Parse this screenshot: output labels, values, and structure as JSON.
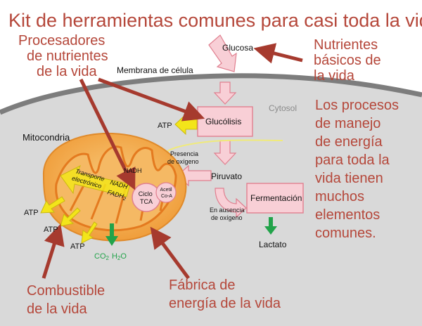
{
  "title": "Kit de herramientas comunes para casi toda la vida",
  "callouts": {
    "processors": [
      "Procesadores",
      "de nutrientes",
      "de la vida"
    ],
    "nutrients": [
      "Nutrientes",
      "básicos de",
      "la vida"
    ],
    "description": [
      "Los procesos",
      "de manejo",
      "de energía",
      "para toda la",
      "vida tienen",
      "muchos",
      "elementos",
      "comunes."
    ],
    "fuel": [
      "Combustible",
      "de la vida"
    ],
    "factory": [
      "Fábrica de",
      "energía de la vida"
    ]
  },
  "diagram": {
    "glucose": "Glucosa",
    "membrane": "Membrana de célula",
    "cytosol": "Cytosol",
    "glycolysis": "Glucólisis",
    "pyruvate": "Piruvato",
    "oxygen_presence": [
      "Presencia",
      "de oxígeno"
    ],
    "oxygen_absence": [
      "En ausencia",
      "de oxígeno"
    ],
    "fermentation": "Fermentación",
    "lactate": "Lactato",
    "mitochondria": "Mitocondria",
    "nadh": "NADH",
    "tca": [
      "Ciclo",
      "TCA"
    ],
    "acetyl": [
      "Acetil",
      "Co-A"
    ],
    "transport": [
      "Transporte",
      "electrónico"
    ],
    "transport_nadh": "NADH",
    "transport_fadh": "FADH",
    "fadh_sub": "2",
    "atp": "ATP",
    "co2": "CO",
    "co2_sub": "2",
    "h2o": "H",
    "h2o_sub": "2",
    "h2o_tail": "O"
  },
  "colors": {
    "title": "#b5473a",
    "callout_arrow": "#a63a2e",
    "cytosol": "#d9d9d9",
    "membrane": "#7d7d7d",
    "process_box": "#f8cfd6",
    "process_stroke": "#e07f8f",
    "mito_outer": "#f3a94a",
    "mito_inner": "#e47a1f",
    "atp_arrow": "#f3e51a",
    "green_arrow": "#22a34a"
  }
}
